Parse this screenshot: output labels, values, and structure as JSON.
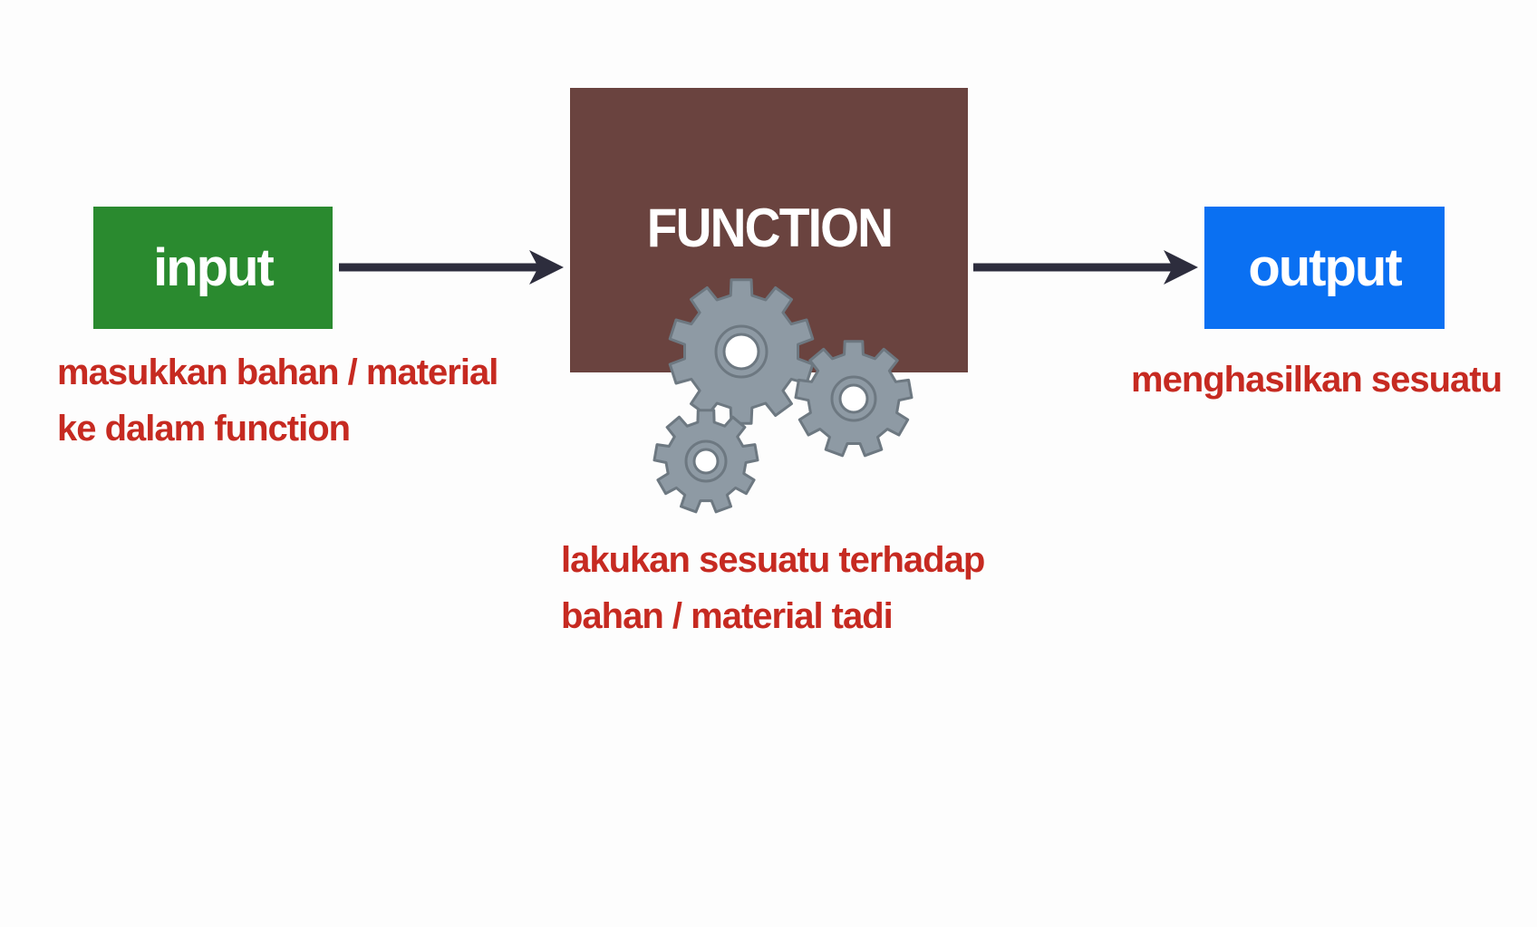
{
  "diagram": {
    "input": {
      "label": "input",
      "caption_lines": [
        "masukkan bahan / material",
        "ke dalam function"
      ]
    },
    "function": {
      "label": "FUNCTION",
      "caption_lines": [
        "lakukan sesuatu terhadap",
        "bahan / material tadi"
      ]
    },
    "output": {
      "label": "output",
      "caption_lines": [
        "menghasilkan sesuatu"
      ]
    }
  },
  "colors": {
    "input_box": "#2a8a2f",
    "function_box": "#6a433f",
    "output_box": "#0a70f2",
    "caption_text": "#c62a21",
    "arrow": "#2d2d3d",
    "gear_fill": "#8e9aa4",
    "gear_stroke": "#6d7881"
  },
  "icons": [
    "gear-icon",
    "arrow-right-icon"
  ]
}
